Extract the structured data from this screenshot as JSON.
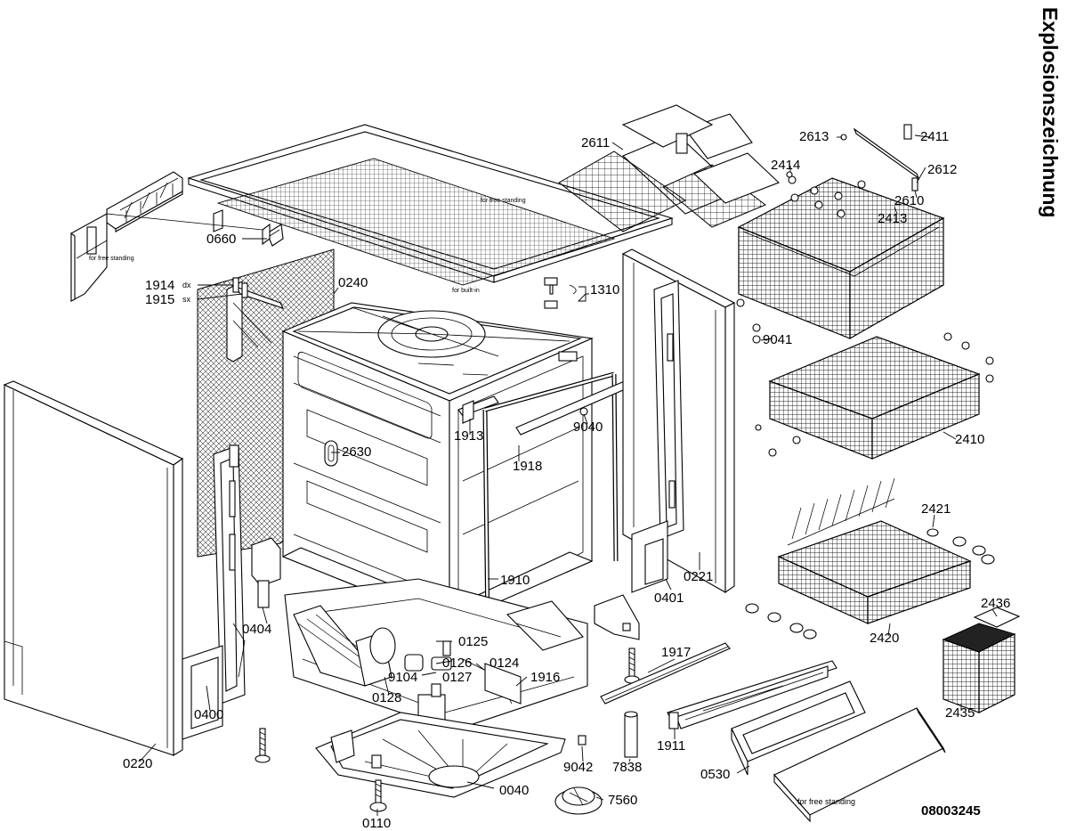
{
  "title": "Explosionszeichnung",
  "document_number": "08003245",
  "notes": {
    "free_standing": "for free standing",
    "built_in": "for built-in",
    "dx": "dx",
    "sx": "sx"
  },
  "parts": {
    "p0110": "0110",
    "p0124": "0124",
    "p0125": "0125",
    "p0126": "0126",
    "p0127": "0127",
    "p0128": "0128",
    "p0220": "0220",
    "p0221": "0221",
    "p0240": "0240",
    "p0400": "0400",
    "p0401": "0401",
    "p0404": "0404",
    "p0530": "0530",
    "p0660": "0660",
    "p0040": "0040",
    "p1310": "1310",
    "p1910": "1910",
    "p1911": "1911",
    "p1913": "1913",
    "p1914": "1914",
    "p1915": "1915",
    "p1916": "1916",
    "p1917": "1917",
    "p1918": "1918",
    "p2410": "2410",
    "p2411": "2411",
    "p2413": "2413",
    "p2414": "2414",
    "p2420": "2420",
    "p2421": "2421",
    "p2435": "2435",
    "p2436": "2436",
    "p2610": "2610",
    "p2611": "2611",
    "p2612": "2612",
    "p2613": "2613",
    "p2630": "2630",
    "p7560": "7560",
    "p7838": "7838",
    "p9040": "9040",
    "p9041": "9041",
    "p9042": "9042",
    "p9104": "9104"
  }
}
